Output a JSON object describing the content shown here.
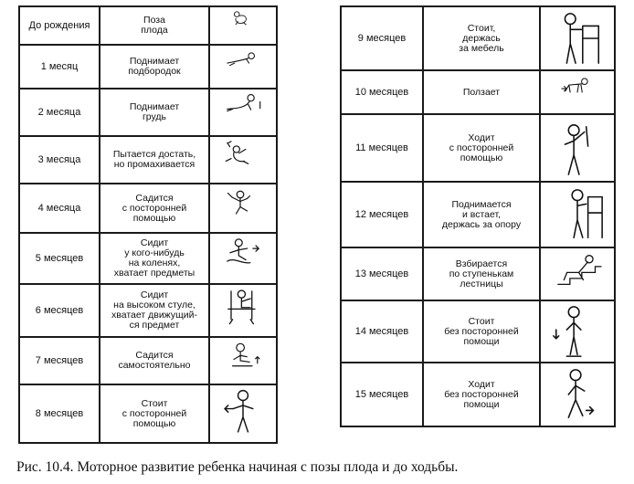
{
  "left_table": [
    {
      "age": "До рождения",
      "desc": [
        "Поза",
        "плода"
      ],
      "icon": "fetal-pose-icon"
    },
    {
      "age": "1 месяц",
      "desc": [
        "Поднимает",
        "подбородок"
      ],
      "icon": "lifts-chin-icon"
    },
    {
      "age": "2 месяца",
      "desc": [
        "Поднимает",
        "грудь"
      ],
      "icon": "lifts-chest-icon"
    },
    {
      "age": "3 месяца",
      "desc": [
        "Пытается достать,",
        "но промахивается"
      ],
      "icon": "reaching-icon"
    },
    {
      "age": "4 месяца",
      "desc": [
        "Садится",
        "с посторонней",
        "помощью"
      ],
      "icon": "sits-with-help-icon"
    },
    {
      "age": "5 месяцев",
      "desc": [
        "Сидит",
        "у кого-нибудь",
        "на коленях,",
        "хватает предметы"
      ],
      "icon": "sits-on-lap-icon"
    },
    {
      "age": "6 месяцев",
      "desc": [
        "Сидит",
        "на высоком стуле,",
        "хватает движущий-",
        "ся предмет"
      ],
      "icon": "high-chair-icon"
    },
    {
      "age": "7 месяцев",
      "desc": [
        "Садится",
        "самостоятельно"
      ],
      "icon": "sits-alone-icon"
    },
    {
      "age": "8 месяцев",
      "desc": [
        "Стоит",
        "с посторонней",
        "помощью"
      ],
      "icon": "stands-with-help-icon"
    }
  ],
  "right_table": [
    {
      "age": "9 месяцев",
      "desc": [
        "Стоит,",
        "держась",
        "за мебель"
      ],
      "icon": "holds-furniture-icon"
    },
    {
      "age": "10 месяцев",
      "desc": [
        "Ползает"
      ],
      "icon": "crawling-icon"
    },
    {
      "age": "11 месяцев",
      "desc": [
        "Ходит",
        "с посторонней",
        "помощью"
      ],
      "icon": "walks-with-help-icon"
    },
    {
      "age": "12 месяцев",
      "desc": [
        "Поднимается",
        "и встает,",
        "держась за опору"
      ],
      "icon": "pulls-to-stand-icon"
    },
    {
      "age": "13 месяцев",
      "desc": [
        "Взбирается",
        "по ступенькам",
        "лестницы"
      ],
      "icon": "climbs-stairs-icon"
    },
    {
      "age": "14 месяцев",
      "desc": [
        "Стоит",
        "без посторонней",
        "помощи"
      ],
      "icon": "stands-alone-icon"
    },
    {
      "age": "15 месяцев",
      "desc": [
        "Ходит",
        "без посторонней",
        "помощи"
      ],
      "icon": "walks-alone-icon"
    }
  ],
  "caption": "Рис. 10.4. Моторное развитие ребенка начиная с позы плода и до ходьбы."
}
